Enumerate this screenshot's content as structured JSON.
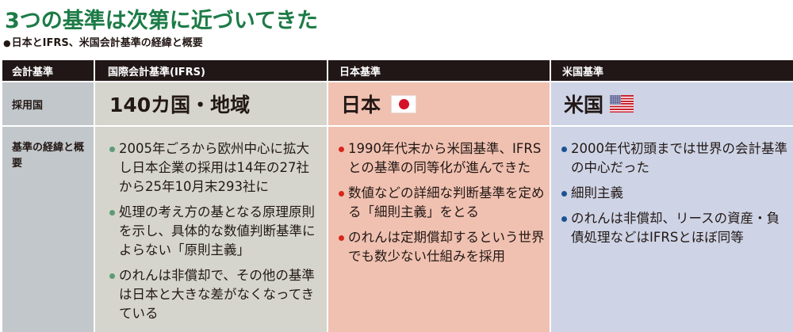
{
  "title": "3つの基準は次第に近づいてきた",
  "subtitle": {
    "bullet": "●",
    "text": "日本とIFRS、米国会計基準の経緯と概要"
  },
  "colors": {
    "title": "#1c7b46",
    "header_bg": "#211716",
    "label_bg": "#c2c7cb",
    "ifrs_bg": "#d5d5cd",
    "japan_bg": "#f0c1b1",
    "us_bg": "#ced4e6",
    "ifrs_bullet": "#5f9a76",
    "japan_bullet": "#d9261c",
    "us_bullet": "#1e5391"
  },
  "table": {
    "headers": [
      "会計基準",
      "国際会計基準(IFRS)",
      "日本基準",
      "米国基準"
    ],
    "rows": {
      "adoption": {
        "label": "採用国",
        "ifrs": "140カ国・地域",
        "japan": "日本",
        "japan_flag": "japan-flag",
        "us": "米国",
        "us_flag": "us-flag"
      },
      "history": {
        "label": "基準の経緯と概要",
        "ifrs": [
          "2005年ごろから欧州中心に拡大し日本企業の採用は14年の27社から25年10月末293社に",
          "処理の考え方の基となる原理原則を示し、具体的な数値判断基準によらない「原則主義」",
          "のれんは非償却で、その他の基準は日本と大きな差がなくなってきている"
        ],
        "japan": [
          "1990年代末から米国基準、IFRSとの基準の同等化が進んできた",
          "数値などの詳細な判断基準を定める「細則主義」をとる",
          "のれんは定期償却するという世界でも数少ない仕組みを採用"
        ],
        "us": [
          "2000年代初頭までは世界の会計基準の中心だった",
          "細則主義",
          "のれんは非償却、リースの資産・負債処理などはIFRSとほぼ同等"
        ]
      }
    }
  }
}
